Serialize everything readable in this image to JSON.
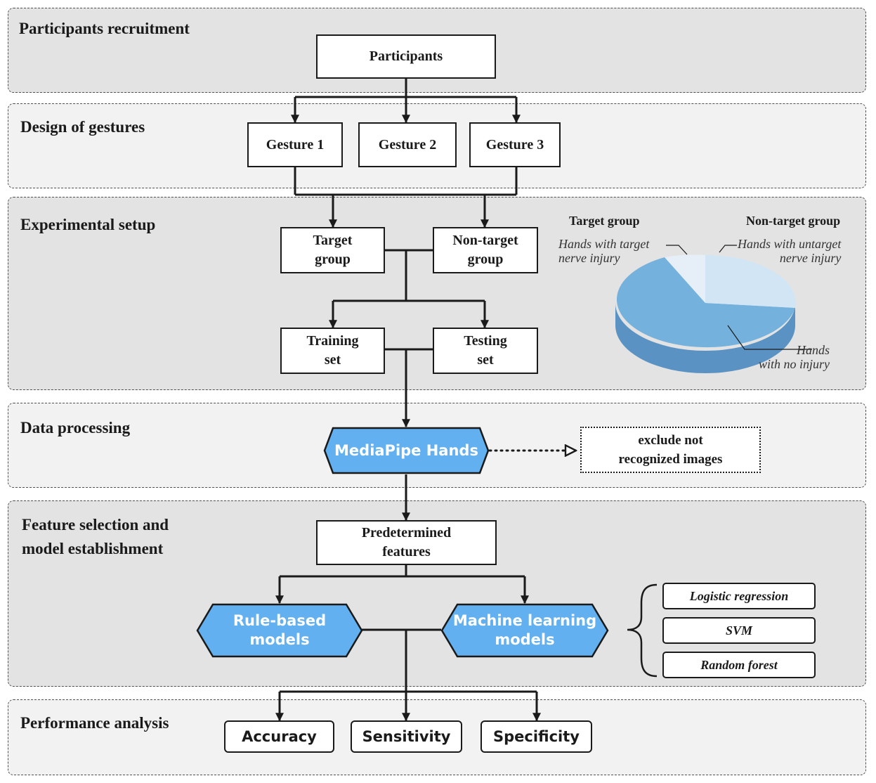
{
  "stages": {
    "recruitment": "Participants recruitment",
    "gestures": "Design of gestures",
    "setup": "Experimental setup",
    "processing": "Data processing",
    "features": "Feature selection and\nmodel establishment",
    "performance": "Performance analysis"
  },
  "nodes": {
    "participants": "Participants",
    "gesture1": "Gesture 1",
    "gesture2": "Gesture 2",
    "gesture3": "Gesture 3",
    "target_group": "Target\ngroup",
    "non_target_group": "Non-target\ngroup",
    "training_set": "Training\nset",
    "testing_set": "Testing\nset",
    "mediapipe": "MediaPipe Hands",
    "exclude": "exclude not\nrecognized images",
    "predetermined": "Predetermined\nfeatures",
    "rule_based": "Rule-based\nmodels",
    "machine_learning": "Machine learning\nmodels",
    "logistic": "Logistic regression",
    "svm": "SVM",
    "random_forest": "Random forest",
    "accuracy": "Accuracy",
    "sensitivity": "Sensitivity",
    "specificity": "Specificity"
  },
  "pie": {
    "target_header": "Target group",
    "non_target_header": "Non-target group",
    "target_injury": "Hands with target\nnerve injury",
    "untarget_injury": "Hands with untarget\nnerve injury",
    "no_injury": "Hands\nwith no injury"
  },
  "colors": {
    "accent_fill": "#62b0f0",
    "pie_main": "#74b1dc",
    "pie_light": "#d2e5f5",
    "pie_side": "#5a93c3"
  }
}
